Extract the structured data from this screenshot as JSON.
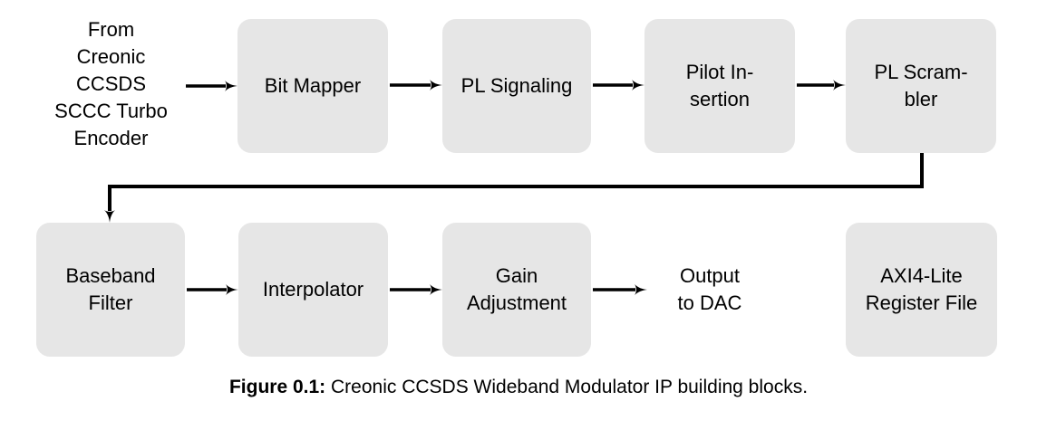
{
  "figure": {
    "caption_label": "Figure 0.1:",
    "caption_text": "Creonic CCSDS Wideband Modulator IP building blocks."
  },
  "diagram": {
    "source_label": "From\nCreonic\nCCSDS\nSCCC Turbo\nEncoder",
    "output_label": "Output\nto DAC",
    "blocks_row1": [
      {
        "id": "bit-mapper",
        "label": "Bit Mapper"
      },
      {
        "id": "pl-signaling",
        "label": "PL Signaling"
      },
      {
        "id": "pilot-insertion",
        "label": "Pilot In-\nsertion"
      },
      {
        "id": "pl-scrambler",
        "label": "PL Scram-\nbler"
      }
    ],
    "blocks_row2": [
      {
        "id": "baseband-filter",
        "label": "Baseband\nFilter"
      },
      {
        "id": "interpolator",
        "label": "Interpolator"
      },
      {
        "id": "gain-adjustment",
        "label": "Gain\nAdjustment"
      },
      {
        "id": "axi4-lite-register-file",
        "label": "AXI4-Lite\nRegister File"
      }
    ],
    "colors": {
      "block_fill": "#e6e6e6",
      "arrow": "#000000",
      "text": "#000000",
      "background": "#ffffff"
    }
  }
}
